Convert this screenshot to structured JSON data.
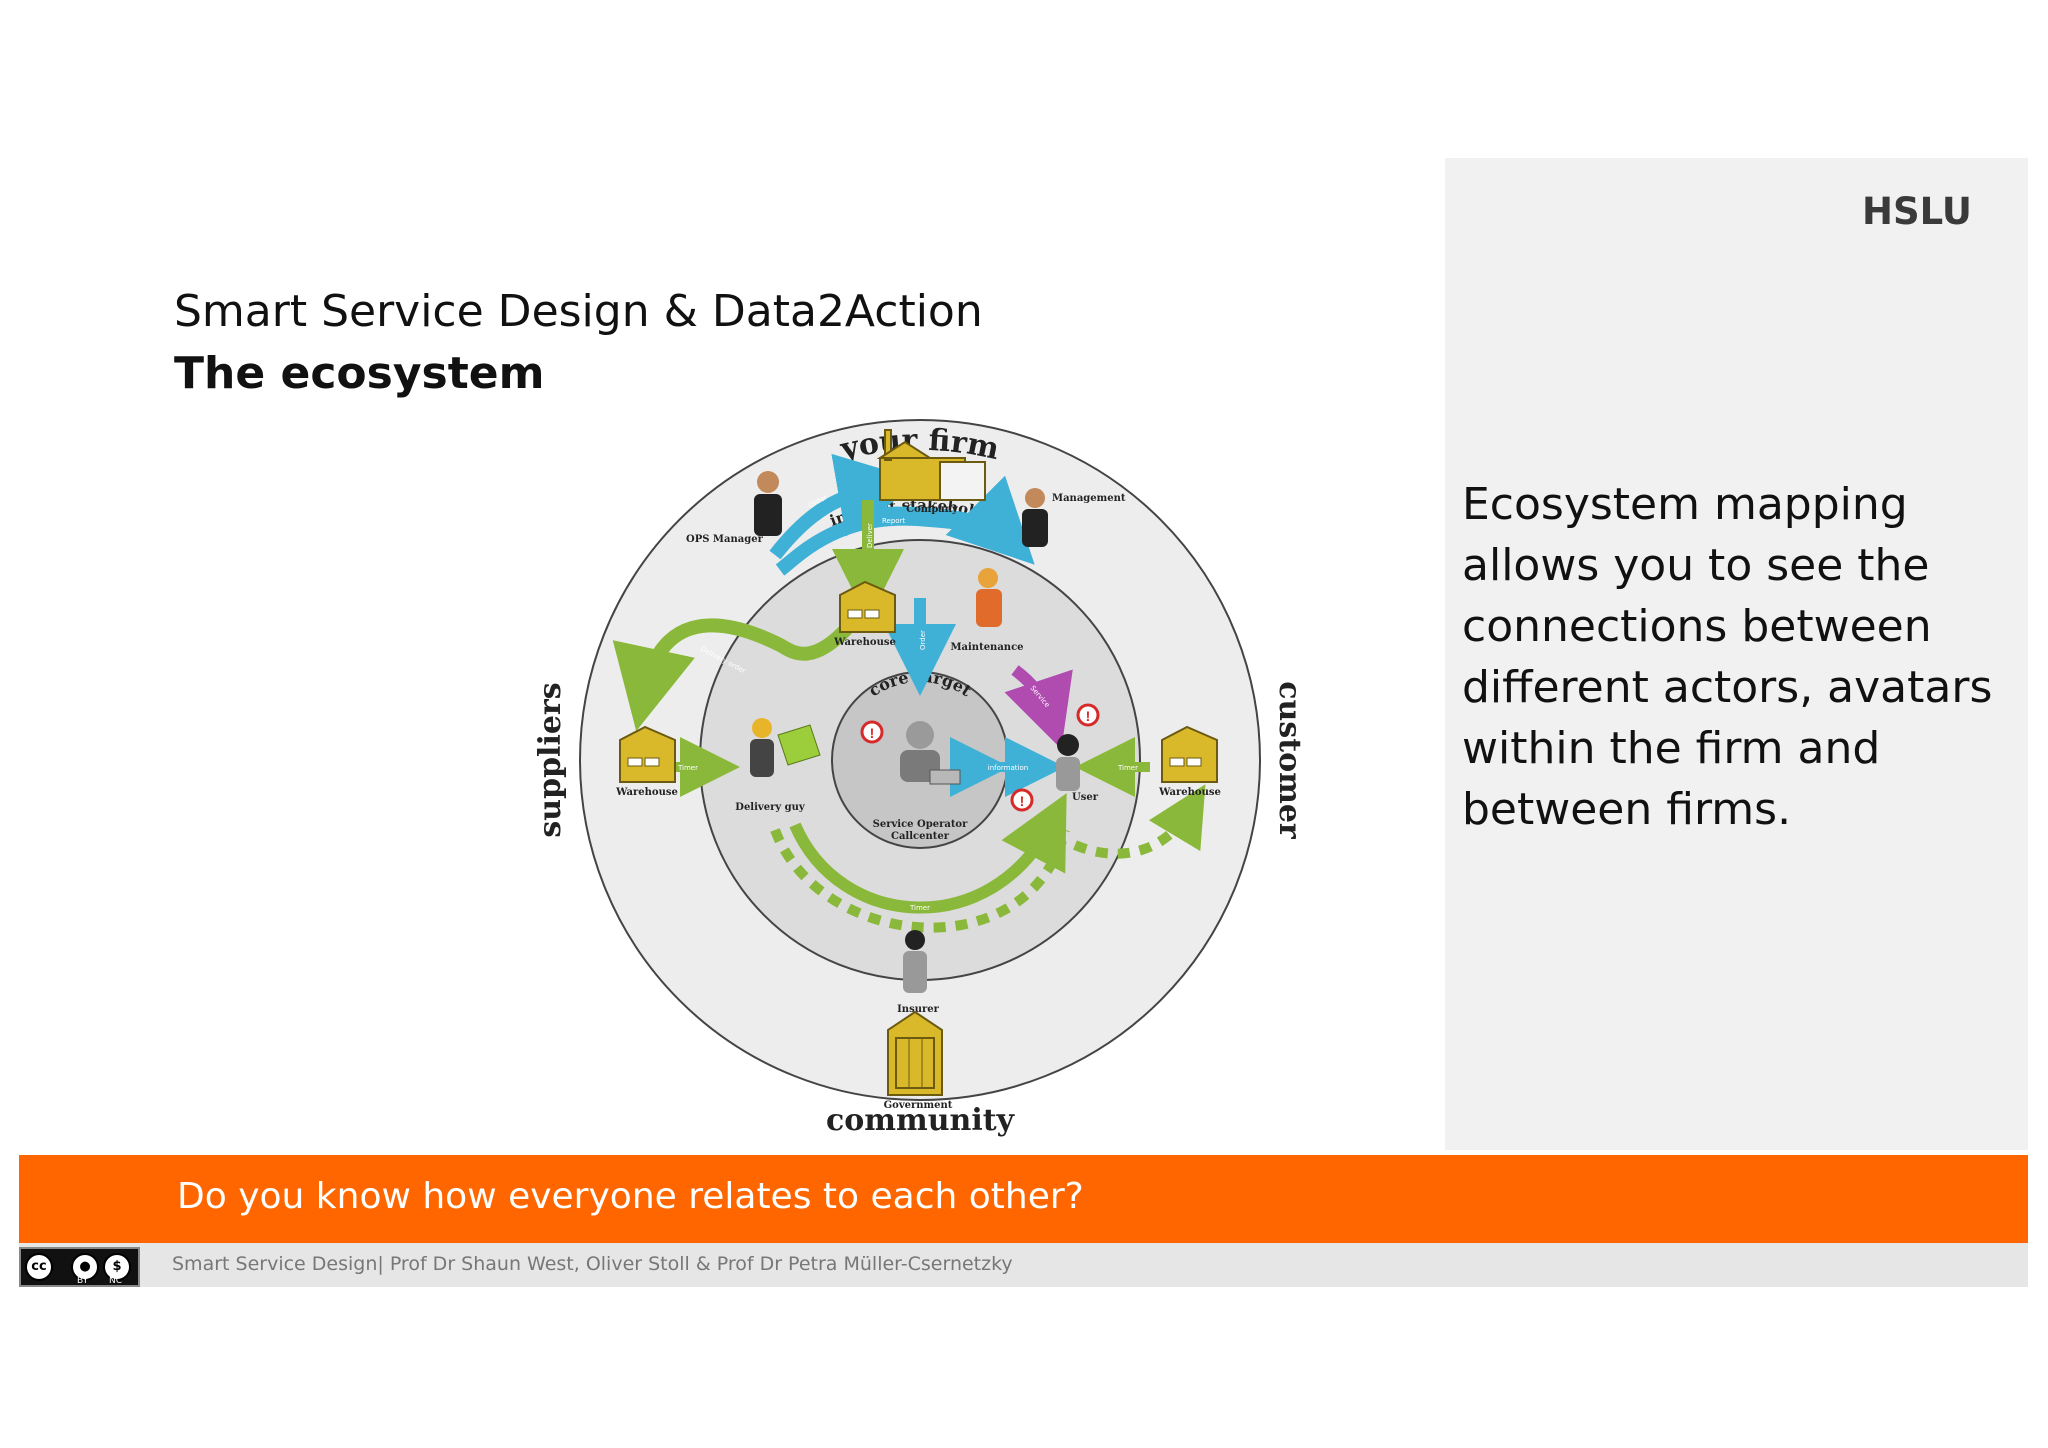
{
  "slide": {
    "title": "Smart Service Design & Data2Action",
    "subtitle": "The ecosystem",
    "logo": "HSLU",
    "side_text": "Ecosystem mapping allows you to see the connections between different actors, avatars within the firm and between firms.",
    "banner_text": "Do you know how everyone relates to each other?",
    "footer_text": "Smart Service Design| Prof Dr Shaun West, Oliver Stoll & Prof Dr Petra Müller-Csernetzky",
    "colors": {
      "orange": "#ff6600",
      "panel": "#f1f1f1",
      "footer": "#e6e6e6"
    }
  },
  "license": {
    "cc_icon": "cc-icon",
    "by_icon": "by-person-icon",
    "nc_icon": "nc-icon",
    "by_label": "BY",
    "nc_label": "NC"
  },
  "diagram": {
    "sectors": {
      "your_firm": "your firm",
      "suppliers": "suppliers",
      "customer": "customer",
      "community": "community"
    },
    "rings": {
      "outer": "indirect stakeholders",
      "core": "core target"
    },
    "actors": {
      "company": "Company",
      "management": "Management",
      "ops_manager": "OPS Manager",
      "warehouse_firm": "Warehouse",
      "maintenance": "Maintenance",
      "warehouse_supplier": "Warehouse",
      "delivery_guy": "Delivery guy",
      "service_operator": "Service Operator",
      "callcenter": "Callcenter",
      "user": "User",
      "warehouse_customer": "Warehouse",
      "insurer": "Insurer",
      "government": "Government"
    },
    "flows": {
      "order_top": "Order",
      "report": "Report",
      "deliver": "Deliver",
      "order_mid": "Order",
      "delivery_order": "Delivery order",
      "service": "Service",
      "timer_left": "Timer",
      "information": "information",
      "timer_right": "Timer",
      "timer_bottom": "Timer"
    }
  }
}
